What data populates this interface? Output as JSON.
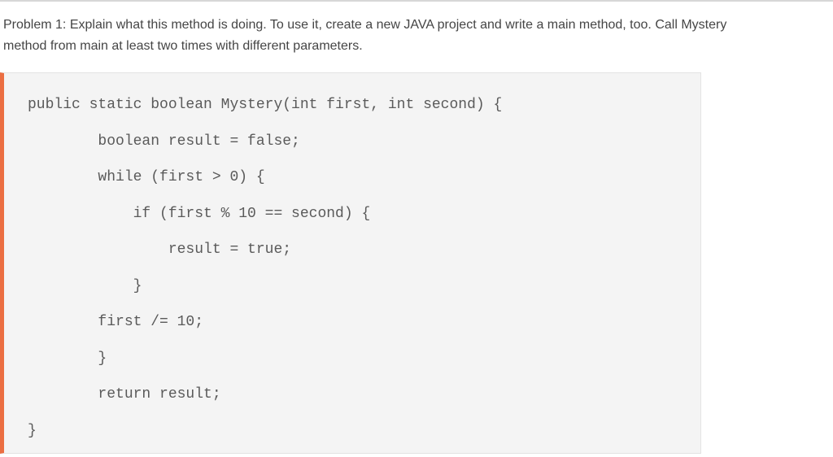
{
  "problem": {
    "line1": "Problem 1: Explain what this method is doing. To use it, create a new JAVA project and write a main method, too. Call Mystery",
    "line2": "method from main at least two times with different parameters.",
    "full_text": "Problem 1: Explain what this method is doing. To use it, create a new JAVA project and write a main method, too. Call Mystery method from main at least two times with different parameters."
  },
  "code_block": {
    "language": "java",
    "lines": [
      "public static boolean Mystery(int first, int second) {",
      "        boolean result = false;",
      "        while (first > 0) {",
      "            if (first % 10 == second) {",
      "                result = true;",
      "            }",
      "        first /= 10;",
      "        }",
      "        return result;",
      "}"
    ],
    "colors": {
      "accent_border": "#eb6e42",
      "panel_background": "#f4f4f4",
      "panel_border": "#e3e3e3",
      "code_text": "#5a5a5a",
      "problem_text": "#454545",
      "top_divider": "#d7d7d7"
    }
  }
}
